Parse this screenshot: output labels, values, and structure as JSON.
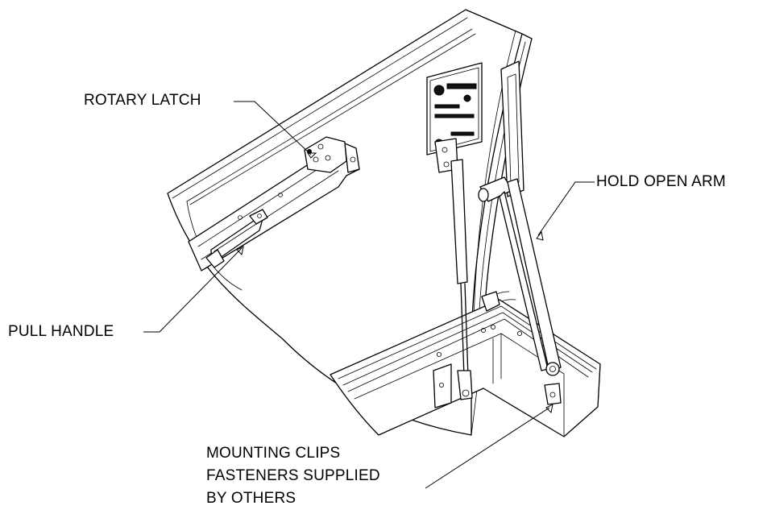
{
  "callouts": {
    "rotary_latch": "ROTARY LATCH",
    "hold_open_arm": "HOLD OPEN ARM",
    "pull_handle": "PULL HANDLE",
    "mounting_clips": [
      "MOUNTING CLIPS",
      "FASTENERS SUPPLIED",
      "BY OTHERS"
    ]
  }
}
